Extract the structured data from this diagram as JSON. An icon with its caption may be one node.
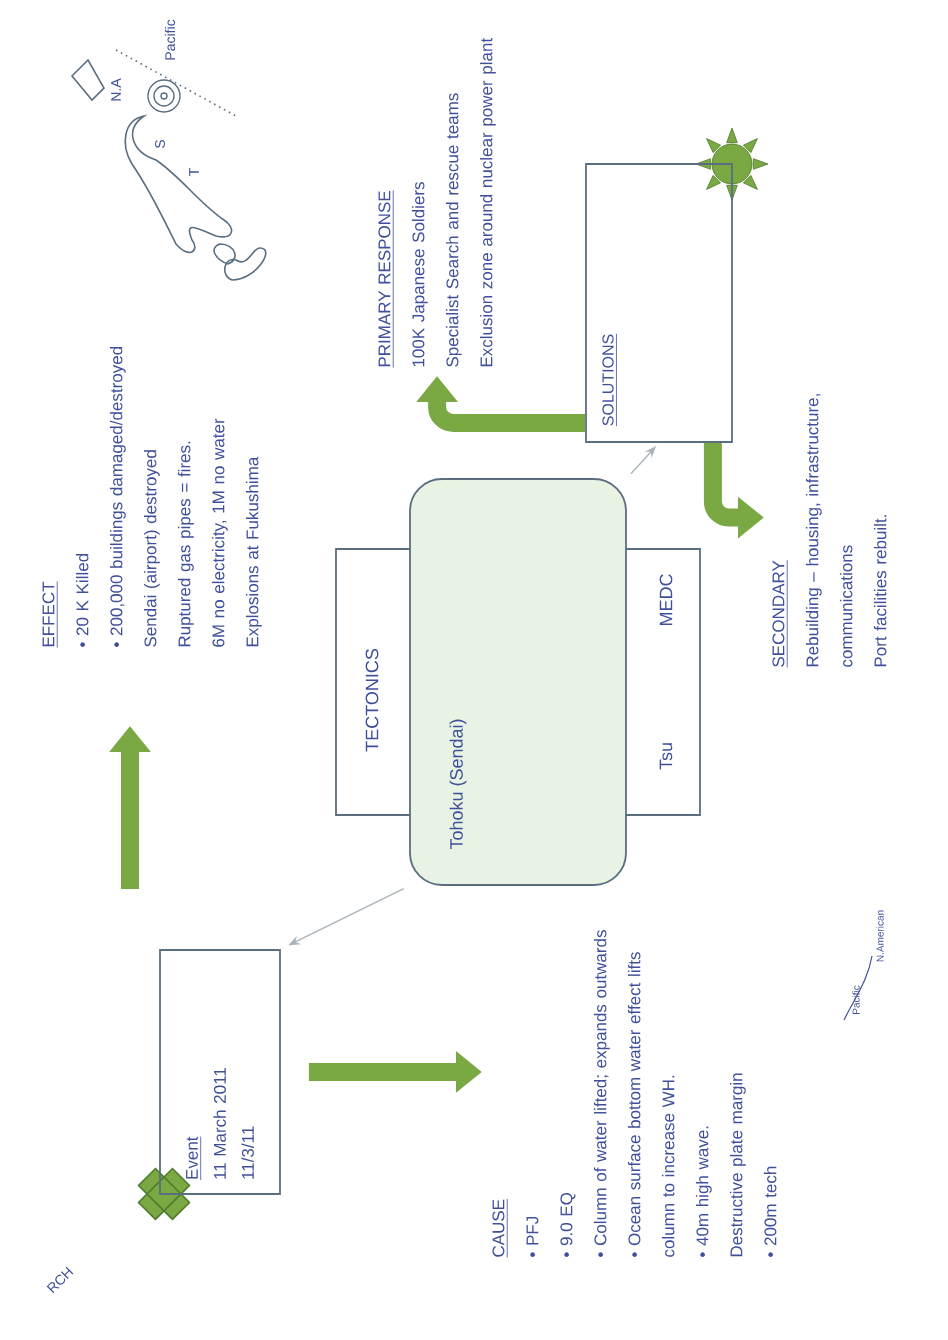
{
  "diagram": {
    "nodes": [
      {
        "text": [
          "Event",
          "11 March 2011",
          "11/3/11"
        ]
      },
      {
        "text": [
          "CAUSE",
          "• PFJ",
          "• 9.0 EQ",
          "• Column of water lifted; expands outwards",
          "• Ocean surface bottom water effect lifts column to increase WH.",
          "• 40m high wave.",
          "Destructive plate margin",
          "• 200m tech"
        ]
      },
      {
        "text": [
          "EFFECT",
          "• 20 K Killed",
          "• 200,000 buildings damaged/destroyed",
          "Sendai (airport) destroyed",
          "Ruptured gas pipes = fires.",
          "6M no electricity, 1M no water",
          "Explosions at Fukushima"
        ]
      },
      {
        "text": [
          "TECTONICS",
          "Tsu",
          "MEDC"
        ]
      },
      {
        "text": [
          "Tohoku (Sendai)"
        ]
      },
      {
        "text": [
          "SOLUTIONS"
        ]
      },
      {
        "text": [
          "PRIMARY RESPONSE",
          "100K Japanese Soldiers",
          "Specialist Search and rescue teams",
          "Exclusion zone around nuclear power plant"
        ]
      },
      {
        "text": [
          "SECONDARY",
          "Rebuilding – housing, infrastructure, communications",
          "Port facilities rebuilt."
        ]
      }
    ],
    "edges": [
      {
        "from": 0,
        "to": 1,
        "arrow": "to"
      },
      {
        "from": 0,
        "to": 2,
        "arrow": "to"
      },
      {
        "from": 4,
        "to": 0,
        "arrow": "to",
        "color": "#aab4bc"
      },
      {
        "from": 4,
        "to": 5,
        "arrow": "to",
        "color": "#aab4bc"
      },
      {
        "from": 5,
        "to": 6,
        "arrow": "to"
      },
      {
        "from": 5,
        "to": 7,
        "arrow": "to"
      }
    ],
    "labels": [
      "N.A",
      "Pacific",
      "S",
      "T",
      "Pacific",
      "N.American",
      "RCH"
    ]
  }
}
